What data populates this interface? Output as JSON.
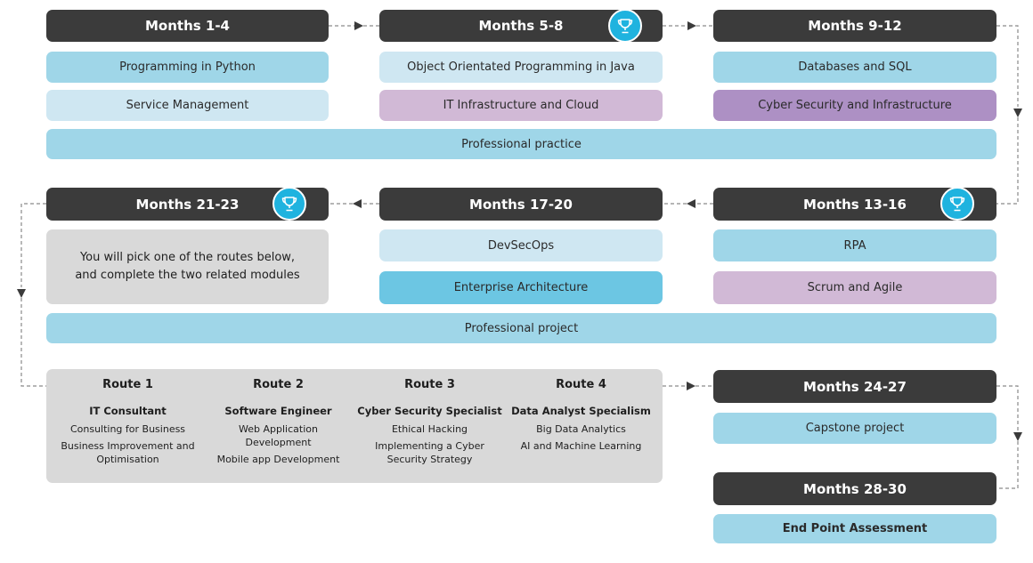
{
  "colors": {
    "header": "#3b3b3b",
    "trophy": "#1fb3df",
    "blue": "#9fd6e8",
    "pale_blue": "#cfe7f2",
    "lilac": "#d1b9d6",
    "purple": "#ad90c4",
    "mid_blue": "#6cc6e3",
    "grey": "#d9d9d9"
  },
  "stages": {
    "s1": {
      "title": "Months 1-4",
      "modules": [
        "Programming in Python",
        "Service Management"
      ]
    },
    "s2": {
      "title": "Months 5-8",
      "modules": [
        "Object Orientated Programming in Java",
        "IT Infrastructure and Cloud"
      ]
    },
    "s3": {
      "title": "Months 9-12",
      "modules": [
        "Databases and SQL",
        "Cyber Security and Infrastructure"
      ]
    },
    "s4": {
      "title": "Months 13-16",
      "modules": [
        "RPA",
        "Scrum and Agile"
      ]
    },
    "s5": {
      "title": "Months 17-20",
      "modules": [
        "DevSecOps",
        "Enterprise Architecture"
      ]
    },
    "s6": {
      "title": "Months 21-23",
      "text_lines": [
        "You will pick one of the routes below,",
        "and  complete the two related modules"
      ]
    },
    "s7": {
      "title": "Months 24-27",
      "modules": [
        "Capstone project"
      ]
    },
    "s8": {
      "title": "Months 28-30",
      "modules": [
        "End Point Assessment"
      ]
    }
  },
  "bars": {
    "practice": "Professional practice",
    "project": "Professional project"
  },
  "routes": [
    {
      "title": "Route 1",
      "name": "IT Consultant",
      "modules": [
        "Consulting for Business",
        "Business Improvement and Optimisation"
      ]
    },
    {
      "title": "Route 2",
      "name": "Software Engineer",
      "modules": [
        "Web Application Development",
        "Mobile app Development"
      ]
    },
    {
      "title": "Route 3",
      "name": "Cyber Security Specialist",
      "modules": [
        "Ethical Hacking",
        "Implementing a Cyber Security Strategy"
      ]
    },
    {
      "title": "Route 4",
      "name": "Data Analyst Specialism",
      "modules": [
        "Big Data Analytics",
        "AI and Machine Learning"
      ]
    }
  ]
}
